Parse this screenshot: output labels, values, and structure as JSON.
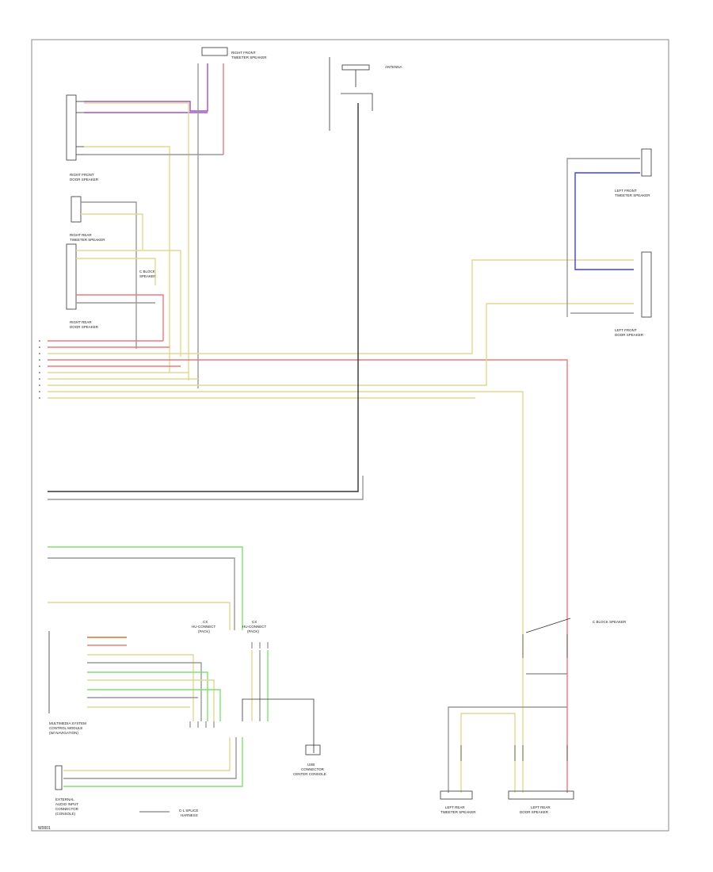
{
  "diagram": {
    "colors": {
      "purple": "#a050c8",
      "yellow": "#e0d890",
      "red": "#f07878",
      "blue": "#3c3cff",
      "green": "#80e070",
      "gray": "#999999",
      "black": "#333333"
    },
    "footer_code": "W0001",
    "labels": {
      "rf_tweeter": [
        "RIGHT FRONT",
        "TWEETER SPEAKER"
      ],
      "antenna": "ANTENNA",
      "rf_door_speaker": [
        "RIGHT FRONT",
        "DOOR SPEAKER"
      ],
      "rr_tweeter": [
        "RIGHT REAR",
        "TWEETER SPEAKER"
      ],
      "rr_door_speaker": [
        "RIGHT REAR",
        "DOOR SPEAKER"
      ],
      "lf_tweeter": [
        "LEFT FRONT",
        "TWEETER SPEAKER"
      ],
      "lf_door_speaker": [
        "LEFT FRONT",
        "DOOR SPEAKER"
      ],
      "c_block": [
        "C BLOCK",
        "SPEAKER"
      ],
      "c_block_right": "C BLOCK SPEAKER",
      "lr_tweeter": [
        "LEFT REAR",
        "TWEETER SPEAKER"
      ],
      "lr_door_speaker": [
        "LEFT REAR",
        "DOOR SPEAKER"
      ],
      "multimedia": [
        "MULTIMEDIA SYSTEM",
        "CONTROL MODULE",
        "(W/ NAVIGATION)"
      ],
      "external_audio": [
        "EXTERNAL",
        "AUDIO INPUT",
        "CONNECTOR",
        "(CONSOLE)"
      ],
      "usb": [
        "USB",
        "CONNECTOR",
        "CENTER CONSOLE"
      ],
      "cd_changer": [
        "C-L SPLICE",
        "HARNESS"
      ],
      "pack_1": [
        "CX",
        "HU-CONNECT",
        "(PACK)"
      ],
      "pack_2": [
        "CX",
        "HU-CONNECT",
        "(PACK)"
      ]
    }
  }
}
